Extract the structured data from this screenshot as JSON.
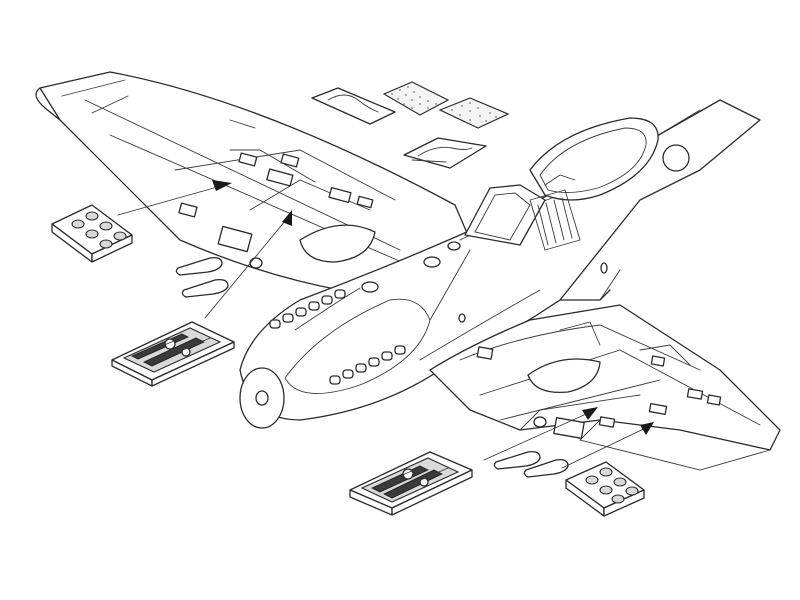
{
  "colors": {
    "line": "#2a2a2a",
    "background": "#ffffff",
    "part_shade": "#d9d9d9",
    "arrow": "#1a1a1a"
  },
  "parts": [
    {
      "name": "left-ammo-box-panel"
    },
    {
      "name": "left-gun-bay-insert"
    },
    {
      "name": "right-gun-bay-insert"
    },
    {
      "name": "right-ammo-box-panel"
    },
    {
      "name": "top-hatch-panels"
    }
  ]
}
